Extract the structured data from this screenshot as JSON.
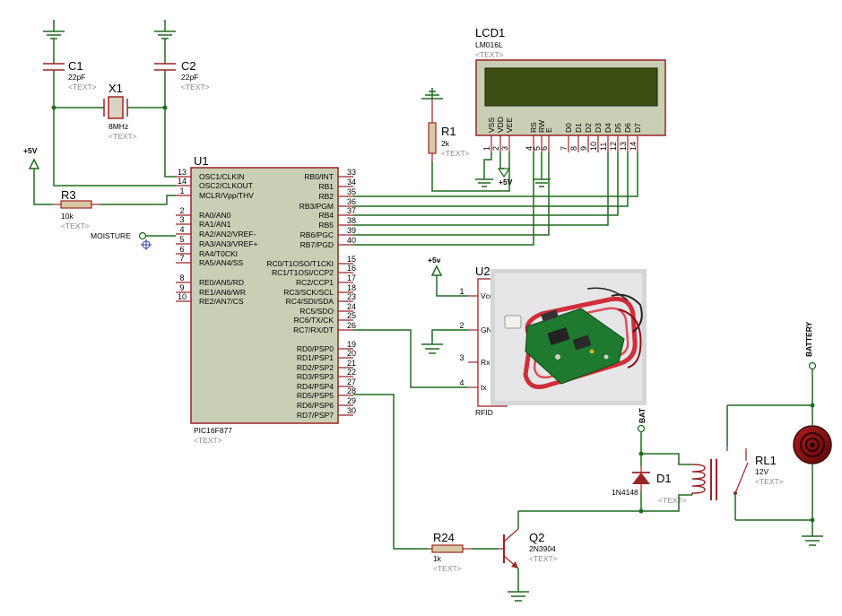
{
  "components": {
    "c1": {
      "ref": "C1",
      "value": "22pF",
      "text": "<TEXT>"
    },
    "c2": {
      "ref": "C2",
      "value": "22pF",
      "text": "<TEXT>"
    },
    "x1": {
      "ref": "X1",
      "value": "8MHz",
      "text": "<TEXT>"
    },
    "r3": {
      "ref": "R3",
      "value": "10k",
      "text": "<TEXT>"
    },
    "r1": {
      "ref": "R1",
      "value": "2k",
      "text": "<TEXT>"
    },
    "u1": {
      "ref": "U1",
      "part": "PIC16F877",
      "text": "<TEXT>"
    },
    "lcd1": {
      "ref": "LCD1",
      "part": "LM016L",
      "text": "<TEXT>"
    },
    "u2": {
      "ref": "U2",
      "part": "RFID"
    },
    "r24": {
      "ref": "R24",
      "value": "1k",
      "text": "<TEXT>"
    },
    "q2": {
      "ref": "Q2",
      "part": "2N3904",
      "text": "<TEXT>"
    },
    "d1": {
      "ref": "D1",
      "part": "1N4148",
      "text": "<TEXT>"
    },
    "rl1": {
      "ref": "RL1",
      "value": "12V",
      "text": "<TEXT>"
    }
  },
  "labels": {
    "plus5v": "+5V",
    "plus5v_lower": "+5v",
    "plus5v_lcd": "+5V",
    "moisture": "MOISTURE",
    "bat": "BAT",
    "battery": "BATTERY"
  },
  "u1_left_pins": [
    {
      "num": "13",
      "name": "OSC1/CLKIN"
    },
    {
      "num": "14",
      "name": "OSC2/CLKOUT"
    },
    {
      "num": "1",
      "name": "MCLR/Vpp/THV"
    },
    {
      "num": "2",
      "name": "RA0/AN0"
    },
    {
      "num": "3",
      "name": "RA1/AN1"
    },
    {
      "num": "4",
      "name": "RA2/AN2/VREF-"
    },
    {
      "num": "5",
      "name": "RA3/AN3/VREF+"
    },
    {
      "num": "6",
      "name": "RA4/T0CKI"
    },
    {
      "num": "7",
      "name": "RA5/AN4/SS"
    },
    {
      "num": "8",
      "name": "RE0/AN5/RD"
    },
    {
      "num": "9",
      "name": "RE1/AN6/WR"
    },
    {
      "num": "10",
      "name": "RE2/AN7/CS"
    }
  ],
  "u1_right_pins": [
    {
      "num": "33",
      "name": "RB0/INT"
    },
    {
      "num": "34",
      "name": "RB1"
    },
    {
      "num": "35",
      "name": "RB2"
    },
    {
      "num": "36",
      "name": "RB3/PGM"
    },
    {
      "num": "37",
      "name": "RB4"
    },
    {
      "num": "38",
      "name": "RB5"
    },
    {
      "num": "39",
      "name": "RB6/PGC"
    },
    {
      "num": "40",
      "name": "RB7/PGD"
    },
    {
      "num": "15",
      "name": "RC0/T1OSO/T1CKI"
    },
    {
      "num": "16",
      "name": "RC1/T1OSI/CCP2"
    },
    {
      "num": "17",
      "name": "RC2/CCP1"
    },
    {
      "num": "18",
      "name": "RC3/SCK/SCL"
    },
    {
      "num": "23",
      "name": "RC4/SDI/SDA"
    },
    {
      "num": "24",
      "name": "RC5/SDO"
    },
    {
      "num": "25",
      "name": "RC6/TX/CK"
    },
    {
      "num": "26",
      "name": "RC7/RX/DT"
    },
    {
      "num": "19",
      "name": "RD0/PSP0"
    },
    {
      "num": "20",
      "name": "RD1/PSP1"
    },
    {
      "num": "21",
      "name": "RD2/PSP2"
    },
    {
      "num": "22",
      "name": "RD3/PSP3"
    },
    {
      "num": "27",
      "name": "RD4/PSP4"
    },
    {
      "num": "28",
      "name": "RD5/PSP5"
    },
    {
      "num": "29",
      "name": "RD6/PSP6"
    },
    {
      "num": "30",
      "name": "RD7/PSP7"
    }
  ],
  "lcd_pins": [
    {
      "num": "1",
      "name": "VSS"
    },
    {
      "num": "2",
      "name": "VDD"
    },
    {
      "num": "3",
      "name": "VEE"
    },
    {
      "num": "4",
      "name": "RS"
    },
    {
      "num": "5",
      "name": "RW"
    },
    {
      "num": "6",
      "name": "E"
    },
    {
      "num": "7",
      "name": "D0"
    },
    {
      "num": "8",
      "name": "D1"
    },
    {
      "num": "9",
      "name": "D2"
    },
    {
      "num": "10",
      "name": "D3"
    },
    {
      "num": "11",
      "name": "D4"
    },
    {
      "num": "12",
      "name": "D5"
    },
    {
      "num": "13",
      "name": "D6"
    },
    {
      "num": "14",
      "name": "D7"
    }
  ],
  "u2_pins": [
    {
      "num": "1",
      "name": "Vcc"
    },
    {
      "num": "2",
      "name": "GND"
    },
    {
      "num": "3",
      "name": "Rx"
    },
    {
      "num": "4",
      "name": "tx"
    }
  ],
  "colors": {
    "wire": "#1e6b1e",
    "component": "#9b2424",
    "ic_fill": "#c8cfb4",
    "lcd_fill": "#c8cfb4",
    "lcd_screen": "#3d4f12",
    "motor": "#8a0e0e",
    "placeholder_text": "#888888"
  }
}
